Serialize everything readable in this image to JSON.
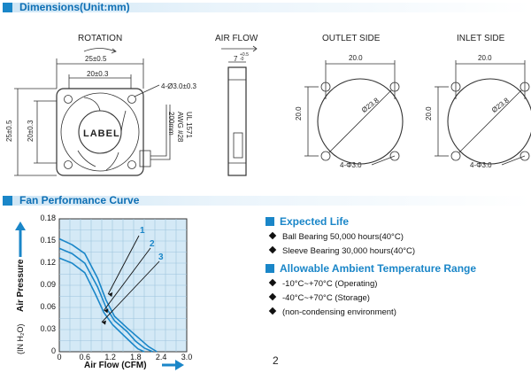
{
  "sections": {
    "dimensions_title": "Dimensions(Unit:mm)",
    "curve_title": "Fan Performance Curve"
  },
  "drawing": {
    "rotation": "ROTATION",
    "airflow": "AIR FLOW",
    "outlet_side": "OUTLET SIDE",
    "inlet_side": "INLET SIDE",
    "dim_25_top": "25±0.5",
    "dim_20_top": "20±0.3",
    "dim_25_left": "25±0.5",
    "dim_20_left": "20±0.3",
    "holes": "4-Ø3.0±0.3",
    "label": "LABEL",
    "wire_1": "UL 1571",
    "wire_2": "AWG #28",
    "wire_3": "200mm",
    "depth": "7",
    "depth_tol": "+0.5\n-0",
    "outlet_w": "20.0",
    "outlet_h": "20.0",
    "outlet_d": "Ø23.8",
    "outlet_holes": "4-Φ3.0",
    "inlet_w": "20.0",
    "inlet_h": "20.0",
    "inlet_d": "Ø23.8",
    "inlet_holes": "4-Φ3.0"
  },
  "expected_life": {
    "title": "Expected Life",
    "items": [
      "Ball Bearing 50,000 hours(40°C)",
      "Sleeve Bearing 30,000 hours(40°C)"
    ]
  },
  "ambient": {
    "title": "Allowable Ambient Temperature Range",
    "items": [
      "-10°C~+70°C (Operating)",
      "-40°C~+70°C (Storage)",
      "(non-condensing environment)"
    ]
  },
  "page_number": "2",
  "chart_data": {
    "type": "line",
    "xlabel": "Air Flow (CFM)",
    "ylabel": "Air Pressure",
    "ylabel_unit": "(IN H₂O)",
    "xlim": [
      0,
      3.0
    ],
    "ylim": [
      0,
      0.18
    ],
    "xticks": [
      "0",
      "0.6",
      "1.2",
      "1.8",
      "2.4",
      "3.0"
    ],
    "yticks": [
      "0",
      "0.03",
      "0.06",
      "0.09",
      "0.12",
      "0.15",
      "0.18"
    ],
    "grid": true,
    "colors": {
      "curve": "#1a86c8",
      "grid_bg": "#d4e9f6",
      "grid_line": "#9cc4de"
    },
    "series": [
      {
        "name": "1",
        "x": [
          0,
          0.3,
          0.6,
          0.9,
          1.1,
          1.3,
          1.6,
          1.9,
          2.1,
          2.3
        ],
        "y": [
          0.153,
          0.145,
          0.133,
          0.1,
          0.07,
          0.048,
          0.032,
          0.017,
          0.007,
          0
        ]
      },
      {
        "name": "2",
        "x": [
          0,
          0.3,
          0.6,
          0.9,
          1.1,
          1.3,
          1.6,
          1.8,
          2.0,
          2.2
        ],
        "y": [
          0.14,
          0.133,
          0.12,
          0.088,
          0.06,
          0.042,
          0.027,
          0.014,
          0.005,
          0
        ]
      },
      {
        "name": "3",
        "x": [
          0,
          0.3,
          0.6,
          0.85,
          1.05,
          1.25,
          1.5,
          1.7,
          1.85,
          2.0
        ],
        "y": [
          0.127,
          0.12,
          0.107,
          0.078,
          0.053,
          0.037,
          0.023,
          0.012,
          0.004,
          0
        ]
      }
    ]
  }
}
